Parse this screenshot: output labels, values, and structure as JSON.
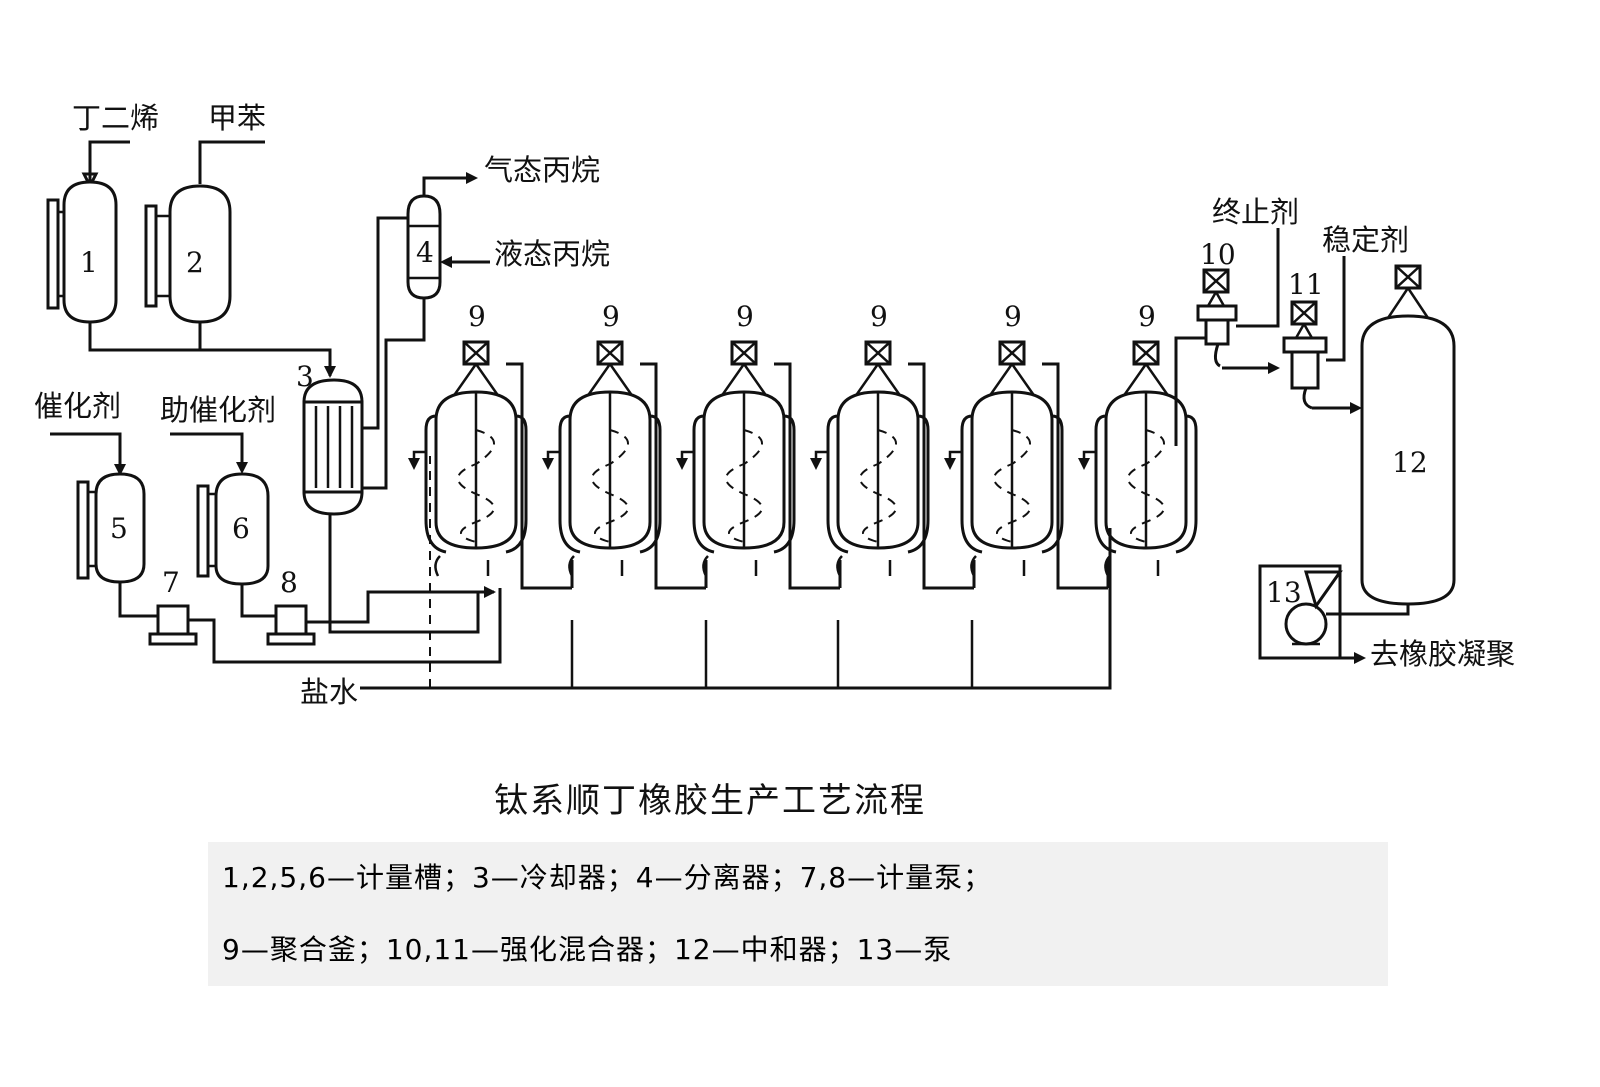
{
  "title": "钛系顺丁橡胶生产工艺流程",
  "legend": {
    "line1": "1,2,5,6—计量槽；3—冷却器；4—分离器；7,8—计量泵；",
    "line2": "9—聚合釜；10,11—强化混合器；12—中和器；13—泵"
  },
  "feeds": {
    "butadiene": "丁二烯",
    "toluene": "甲苯",
    "propane_gas": "气态丙烷",
    "propane_liquid": "液态丙烷",
    "catalyst": "催化剂",
    "cocatalyst": "助催化剂",
    "terminator": "终止剂",
    "stabilizer": "稳定剂",
    "brine": "盐水",
    "output": "去橡胶凝聚"
  },
  "equipment": {
    "tank1": "1",
    "tank2": "2",
    "cooler": "3",
    "separator": "4",
    "tank5": "5",
    "tank6": "6",
    "pump7": "7",
    "pump8": "8",
    "reactor": "9",
    "mixer10": "10",
    "mixer11": "11",
    "neutralizer": "12",
    "pump13": "13"
  }
}
